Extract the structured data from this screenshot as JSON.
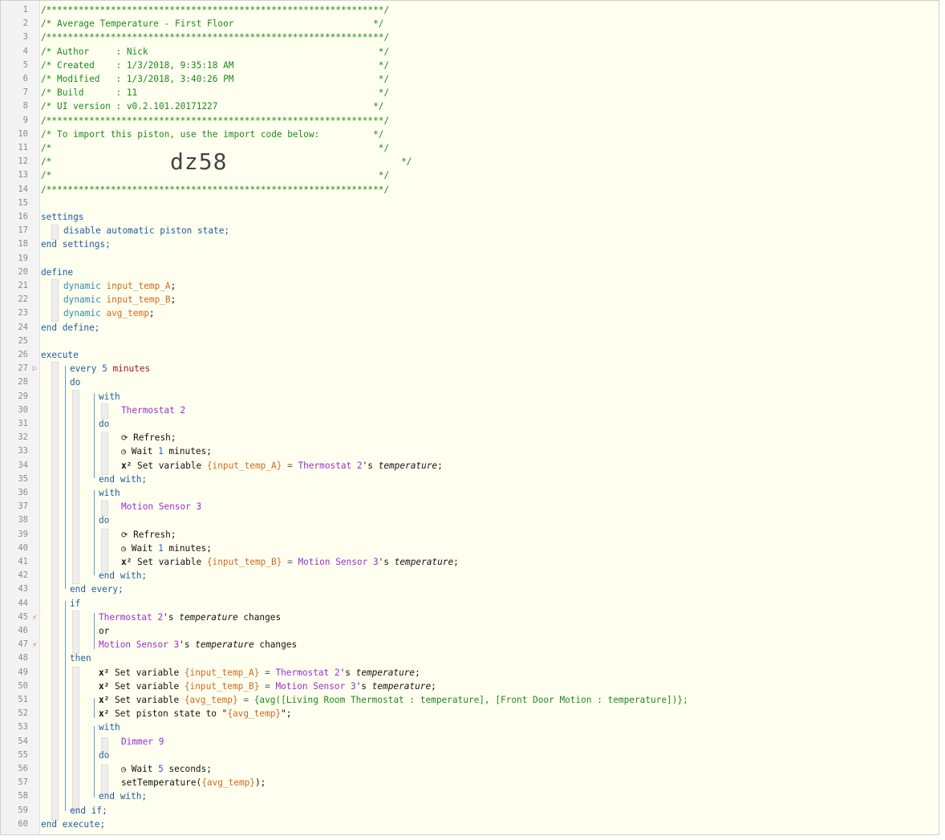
{
  "header": {
    "border": "/***************************************************************/",
    "title": "/* Average Temperature - First Floor                          */",
    "author": "/* Author     : Nick                                           */",
    "created": "/* Created    : 1/3/2018, 9:35:18 AM                           */",
    "modified": "/* Modified   : 1/3/2018, 3:40:26 PM                           */",
    "build": "/* Build      : 11                                             */",
    "ui_version": "/* UI version : v0.2.101.20171227                             */",
    "import_note": "/* To import this piston, use the import code below:          */",
    "blank": "/*                                                             */",
    "code_left": "/*",
    "code_right": "*/",
    "import_code": "dz58"
  },
  "kw": {
    "settings": "settings",
    "end_settings": "end settings;",
    "define": "define",
    "end_define": "end define;",
    "execute": "execute",
    "end_execute": "end execute;",
    "every": "every",
    "minutes": "minutes",
    "do": "do",
    "with": "with",
    "end_with": "end with;",
    "end_every": "end every;",
    "if": "if",
    "or": "or",
    "then": "then",
    "end_if": "end if;"
  },
  "settings_line": "disable automatic piston state;",
  "vars": {
    "dynamic": "dynamic",
    "a": "input_temp_A",
    "b": "input_temp_B",
    "avg": "avg_temp",
    "semi": ";"
  },
  "every_value": "5",
  "devices": {
    "thermostat": "Thermostat 2",
    "motion": "Motion Sensor 3",
    "dimmer": "Dimmer 9",
    "living": "Living Room Thermostat",
    "front": "Front Door Motion"
  },
  "tokens": {
    "refresh": "Refresh;",
    "wait": "Wait",
    "one": "1",
    "five": "5",
    "minutes_semi": " minutes;",
    "seconds_semi": " seconds;",
    "set_variable": " Set variable ",
    "set_state": " Set piston state to \"",
    "state_close": "\";",
    "var_a": "{input_temp_A}",
    "var_b": "{input_temp_B}",
    "var_avg": "{avg_temp}",
    "eq": " = ",
    "poss_t": "'s ",
    "temperature": "temperature",
    "semi": ";",
    "changes": " changes",
    "avg_open": "{avg([",
    "colon_temp": " : temperature], [",
    "colon_temp_end": " : temperature])};",
    "set_temp": "setTemperature(",
    "close_paren": ");"
  },
  "icons": {
    "refresh": "refresh-icon",
    "clock": "clock-icon",
    "variable": "variable-icon",
    "trigger": "trigger-icon",
    "flag": "flag-icon"
  },
  "line_numbers": [
    "1",
    "2",
    "3",
    "4",
    "5",
    "6",
    "7",
    "8",
    "9",
    "10",
    "11",
    "12",
    "13",
    "14",
    "15",
    "16",
    "17",
    "18",
    "19",
    "20",
    "21",
    "22",
    "23",
    "24",
    "25",
    "26",
    "27",
    "28",
    "29",
    "30",
    "31",
    "32",
    "33",
    "34",
    "35",
    "36",
    "37",
    "38",
    "39",
    "40",
    "41",
    "42",
    "43",
    "44",
    "45",
    "46",
    "47",
    "48",
    "49",
    "50",
    "51",
    "52",
    "53",
    "54",
    "55",
    "56",
    "57",
    "58",
    "59",
    "60"
  ]
}
